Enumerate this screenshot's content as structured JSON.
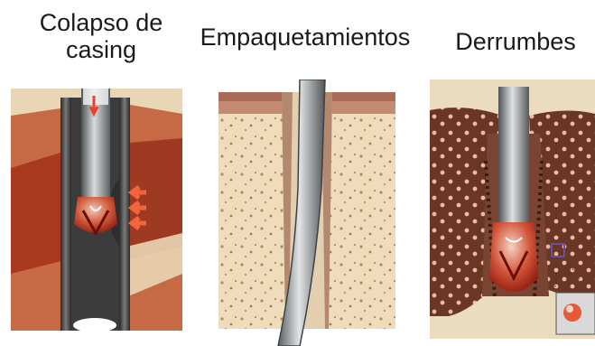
{
  "labels": {
    "collapse_line1": "Colapso de",
    "collapse_line2": "casing",
    "packoff": "Empaquetamientos",
    "cave_in": "Derrumbes"
  },
  "colors": {
    "formation_brown": "#b14a2c",
    "formation_beige": "#e8d3b3",
    "casing_dark": "#4a4a4a",
    "steel": "#8f9396",
    "bit_red": "#c0391f",
    "arrow_orange": "#f2673a",
    "cave_dark": "#6a3726",
    "highlight_purple": "#6b4f9e"
  },
  "icons": [
    "drill-pipe",
    "drill-bit",
    "force-arrow",
    "zoom-box"
  ]
}
